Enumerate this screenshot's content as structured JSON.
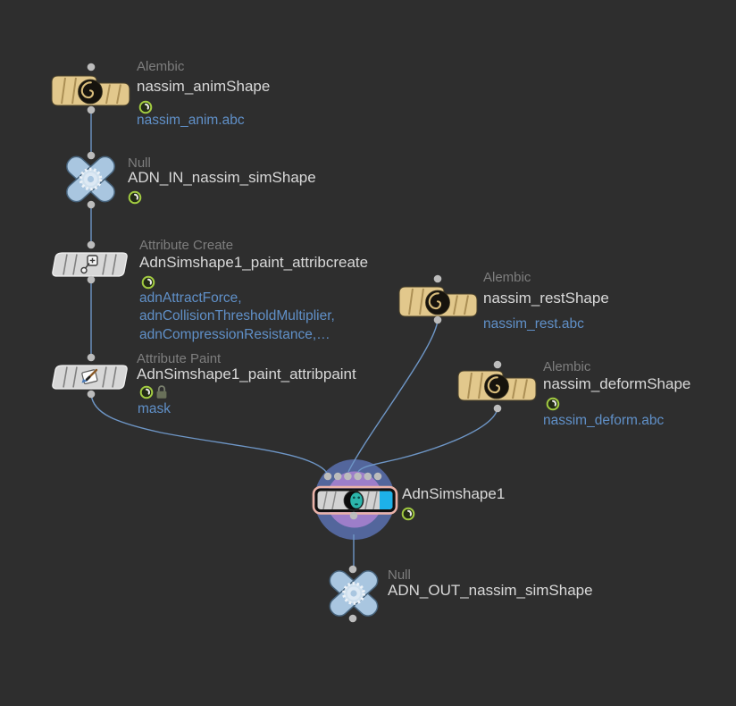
{
  "editor": {
    "background": "#2e2e2e",
    "wire_color": "#6e96c6"
  },
  "colors": {
    "node_name_text": "#d9d9d9",
    "node_type_text": "#7e7e7e",
    "comment_text": "#6090c8",
    "alembic_node": "#e2c88c",
    "null_node": "#a9c6e0",
    "attribute_node": "#d7d7d7",
    "sim_outer_ring": "#53669c",
    "sim_inner_ring": "#9d7ec9",
    "sim_accent_cyan": "#1db1e9",
    "sim_border_salmon": "#eab2a8",
    "clock_badge_ring": "#a2cb41"
  },
  "nodes": [
    {
      "type_label": "Alembic",
      "name": "nassim_animShape",
      "icon": "alembic-icon",
      "badges": [
        "clock-badge"
      ],
      "comments": [
        "nassim_anim.abc"
      ]
    },
    {
      "type_label": "Null",
      "name": "ADN_IN_nassim_simShape",
      "icon": "gear-icon",
      "badges": [
        "clock-badge"
      ],
      "comments": []
    },
    {
      "type_label": "Attribute Create",
      "name": "AdnSimshape1_paint_attribcreate",
      "icon": "attribute-create-icon",
      "badges": [
        "clock-badge"
      ],
      "comments": [
        "adnAttractForce,",
        "adnCollisionThresholdMultiplier,",
        "adnCompressionResistance,…"
      ]
    },
    {
      "type_label": "Attribute Paint",
      "name": "AdnSimshape1_paint_attribpaint",
      "icon": "attribute-paint-icon",
      "badges": [
        "clock-badge",
        "lock-badge"
      ],
      "comments": [
        "mask"
      ]
    },
    {
      "type_label": "Alembic",
      "name": "nassim_restShape",
      "icon": "alembic-icon",
      "badges": [],
      "comments": [
        "nassim_rest.abc"
      ]
    },
    {
      "type_label": "Alembic",
      "name": "nassim_deformShape",
      "icon": "alembic-icon",
      "badges": [
        "clock-badge"
      ],
      "comments": [
        "nassim_deform.abc"
      ]
    },
    {
      "type_label": "",
      "name": "AdnSimshape1",
      "icon": "simshape-face-icon",
      "badges": [
        "clock-badge"
      ],
      "comments": []
    },
    {
      "type_label": "Null",
      "name": "ADN_OUT_nassim_simShape",
      "icon": "gear-icon",
      "badges": [],
      "comments": []
    }
  ]
}
